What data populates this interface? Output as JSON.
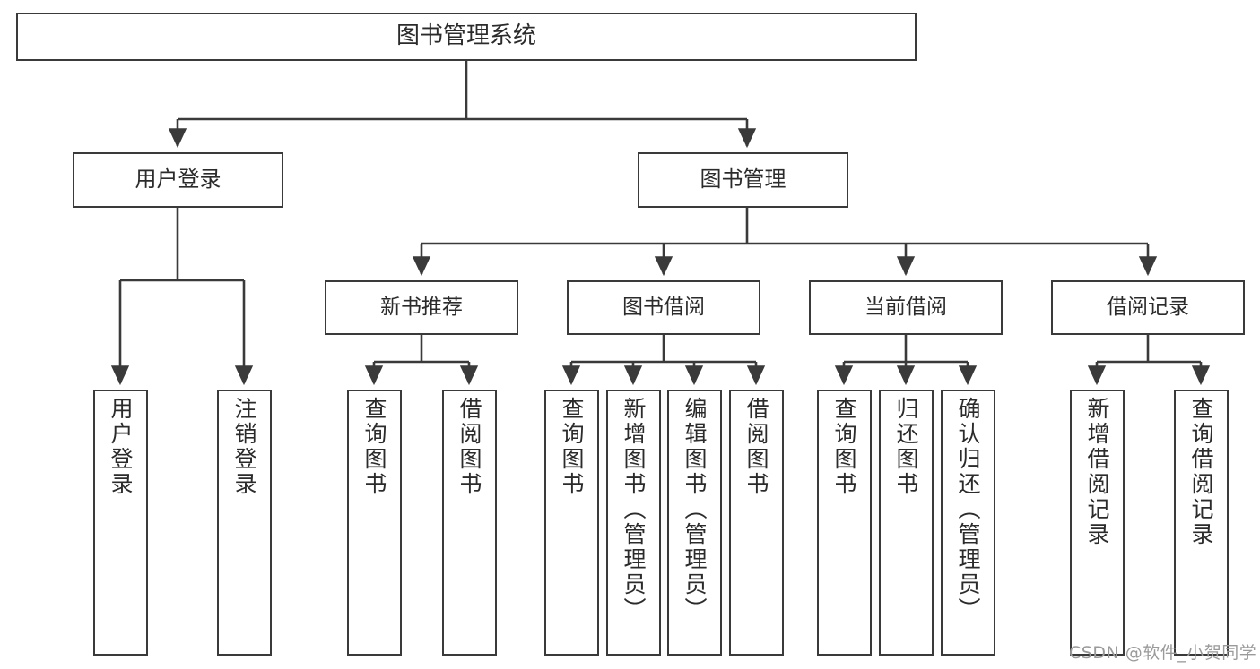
{
  "diagram": {
    "type": "hierarchy-tree",
    "title": "图书管理系统",
    "watermark": "CSDN @软件_小贺同学",
    "colors": {
      "box_border": "#3a3a3a",
      "box_fill": "#ffffff",
      "edge": "#3a3a3a",
      "text": "#2b2b2b",
      "watermark": "#9a9a9a"
    },
    "nodes": {
      "root": {
        "label": "图书管理系统",
        "level": 0
      },
      "l1": [
        {
          "id": "user-login",
          "label": "用户登录"
        },
        {
          "id": "book-manage",
          "label": "图书管理"
        }
      ],
      "l2": [
        {
          "id": "new-book-rec",
          "label": "新书推荐"
        },
        {
          "id": "book-borrow",
          "label": "图书借阅"
        },
        {
          "id": "current-borrow",
          "label": "当前借阅"
        },
        {
          "id": "borrow-record",
          "label": "借阅记录"
        }
      ],
      "leaves": [
        {
          "id": "leaf-user-login",
          "label": "用户登录",
          "parent": "user-login"
        },
        {
          "id": "leaf-logout",
          "label": "注销登录",
          "parent": "user-login"
        },
        {
          "id": "leaf-query-book-1",
          "label": "查询图书",
          "parent": "new-book-rec"
        },
        {
          "id": "leaf-borrow-book-1",
          "label": "借阅图书",
          "parent": "new-book-rec"
        },
        {
          "id": "leaf-query-book-2",
          "label": "查询图书",
          "parent": "book-borrow"
        },
        {
          "id": "leaf-add-book",
          "label": "新增图书（管理员）",
          "parent": "book-borrow"
        },
        {
          "id": "leaf-edit-book",
          "label": "编辑图书（管理员）",
          "parent": "book-borrow"
        },
        {
          "id": "leaf-borrow-book-2",
          "label": "借阅图书",
          "parent": "book-borrow"
        },
        {
          "id": "leaf-query-book-3",
          "label": "查询图书",
          "parent": "current-borrow"
        },
        {
          "id": "leaf-return-book",
          "label": "归还图书",
          "parent": "current-borrow"
        },
        {
          "id": "leaf-confirm-return",
          "label": "确认归还（管理员）",
          "parent": "current-borrow"
        },
        {
          "id": "leaf-add-record",
          "label": "新增借阅记录",
          "parent": "borrow-record"
        },
        {
          "id": "leaf-query-record",
          "label": "查询借阅记录",
          "parent": "borrow-record"
        }
      ]
    }
  }
}
